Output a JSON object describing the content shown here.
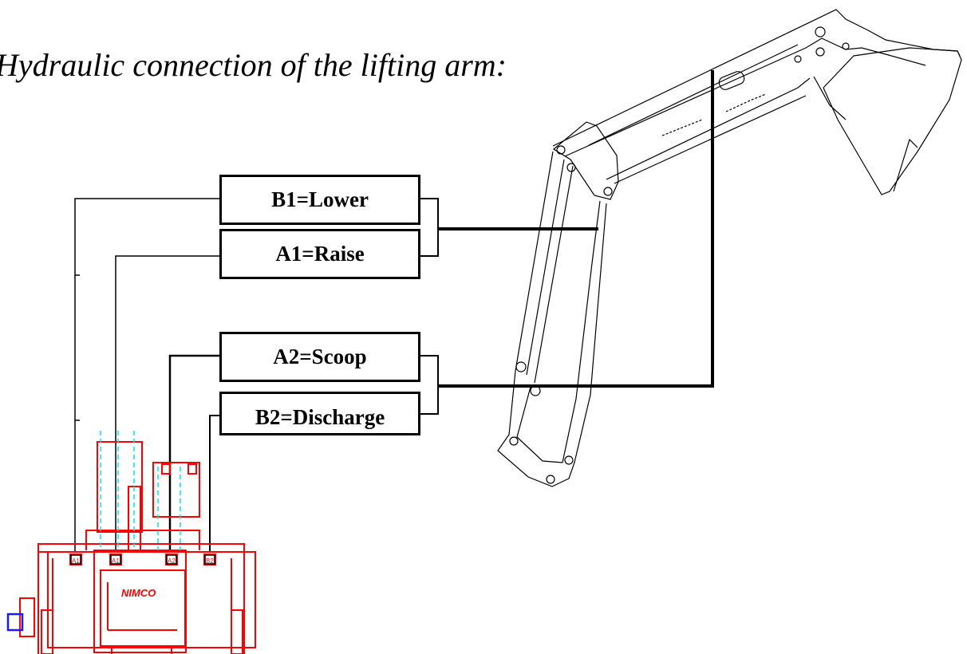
{
  "title": "Hydraulic connection of the lifting arm:",
  "labels": {
    "b1": "B1=Lower",
    "a1": "A1=Raise",
    "a2": "A2=Scoop",
    "b2": "B2=Discharge"
  },
  "valve": {
    "brand": "NIMCO",
    "ports": [
      "A1",
      "A1",
      "A2",
      "B2"
    ]
  },
  "colors": {
    "lines": "#000000",
    "valve": "#ff0000",
    "valve_hidden": "#00e5ff",
    "fitting": "#1a1aff"
  }
}
